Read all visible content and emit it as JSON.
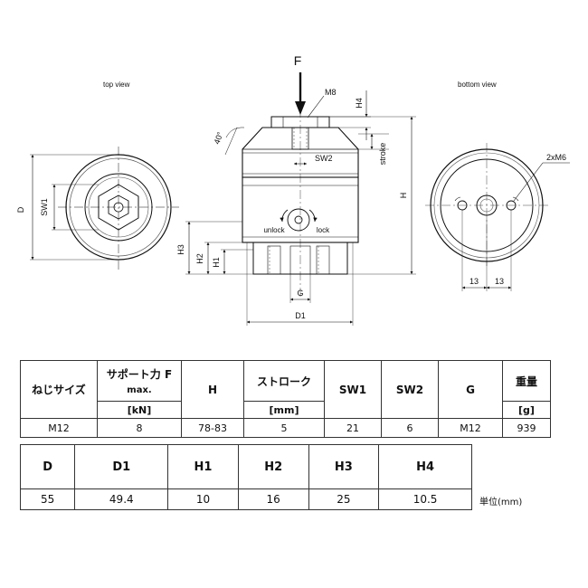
{
  "drawing": {
    "labels": {
      "top_view": "top view",
      "bottom_view": "bottom view",
      "force": "F",
      "m8": "M8",
      "angle": "40°",
      "sw2": "SW2",
      "stroke": "stroke",
      "unlock": "unlock",
      "lock": "lock",
      "h": "H",
      "h2": "H2",
      "h3": "H3",
      "h1": "H1",
      "h4": "H4",
      "g": "G",
      "d1": "D1",
      "d": "D",
      "sw1": "SW1",
      "m6": "2xM6",
      "d13a": "13",
      "d13b": "13"
    }
  },
  "spec_table": {
    "headers": {
      "thread": "ねじサイズ",
      "support_top": "サポート力 F",
      "support_mid": "max.",
      "support_unit": "[kN]",
      "h": "H",
      "stroke": "ストローク",
      "stroke_unit": "[mm]",
      "sw1": "SW1",
      "sw2": "SW2",
      "g": "G",
      "weight": "重量",
      "weight_unit": "[g]"
    },
    "row": {
      "thread": "M12",
      "support": "8",
      "h": "78-83",
      "stroke": "5",
      "sw1": "21",
      "sw2": "6",
      "g": "M12",
      "weight": "939"
    }
  },
  "dim_table": {
    "headers": [
      "D",
      "D1",
      "H1",
      "H2",
      "H3",
      "H4"
    ],
    "values": [
      "55",
      "49.4",
      "10",
      "16",
      "25",
      "10.5"
    ]
  },
  "unit_note": "単位(mm)"
}
